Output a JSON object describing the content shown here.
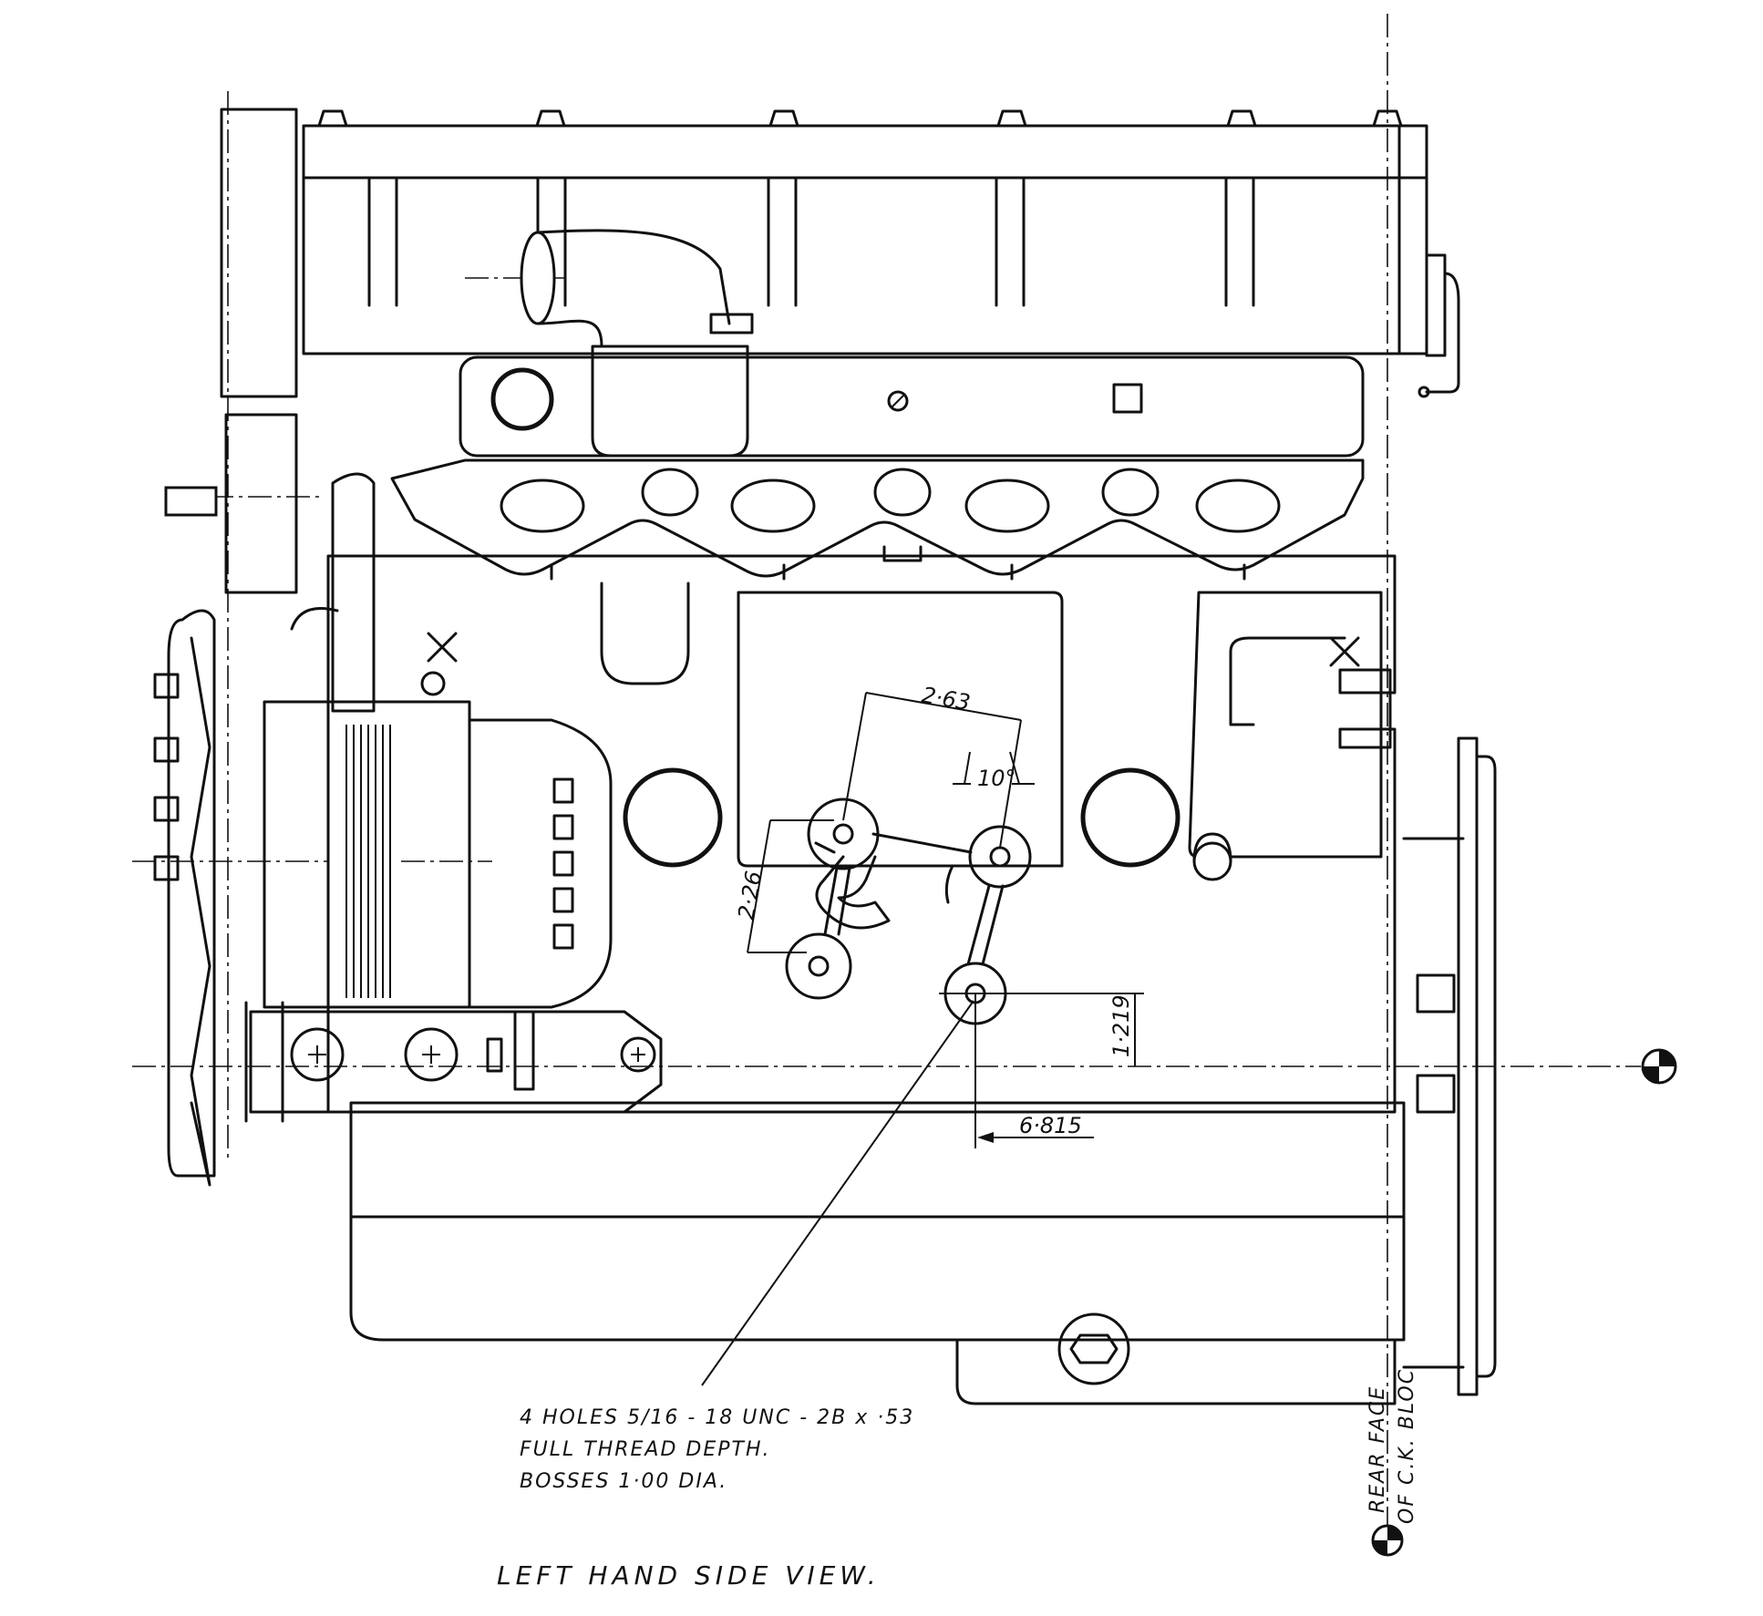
{
  "drawing": {
    "caption": "LEFT HAND SIDE VIEW.",
    "dimensions": {
      "bracket_spacing": "2·63",
      "angle": "10°",
      "vertical_spacing": "2·26",
      "height_from_crank": "1·219",
      "distance_from_rear_face": "6·815"
    },
    "hole_note": {
      "line1": "4 HOLES 5/16 - 18 UNC - 2B x ·53",
      "line2": "FULL THREAD DEPTH.",
      "line3": "BOSSES 1·00 DIA."
    },
    "datum_label": {
      "line1": "REAR FACE",
      "line2": "OF C.K. BLOC"
    }
  },
  "colors": {
    "ink": "#111111",
    "paper": "#ffffff"
  }
}
